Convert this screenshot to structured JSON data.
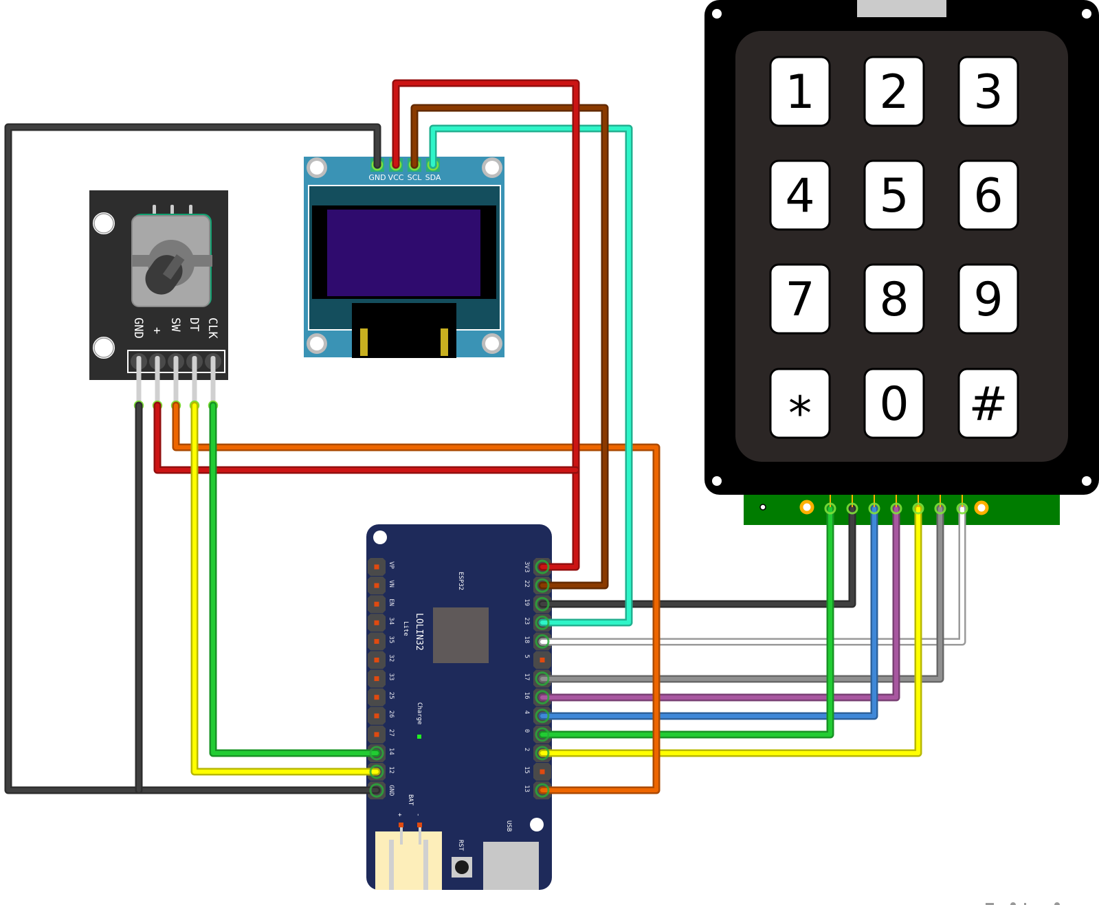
{
  "diagram": {
    "title": "ESP32 LOLIN32 Lite wiring: rotary encoder, OLED display, 3x4 keypad"
  },
  "esp32": {
    "title": "LOLIN32",
    "subtitle": "Lite",
    "chip_label": "ESP32",
    "charge_label": "Charge",
    "bat_label": "BAT",
    "bat_plus": "+",
    "bat_minus": "-",
    "rst_label": "RST",
    "usb_label": "USB",
    "left_pins": [
      "VP",
      "VN",
      "EN",
      "34",
      "35",
      "32",
      "33",
      "25",
      "26",
      "27",
      "14",
      "12",
      "GND"
    ],
    "right_pins": [
      "3V3",
      "22",
      "19",
      "23",
      "18",
      "5",
      "17",
      "16",
      "4",
      "0",
      "2",
      "15",
      "13"
    ]
  },
  "oled": {
    "pins": [
      "GND",
      "VCC",
      "SCL",
      "SDA"
    ]
  },
  "encoder": {
    "pins": [
      "GND",
      "+",
      "SW",
      "DT",
      "CLK"
    ]
  },
  "keypad": {
    "keys": [
      "1",
      "2",
      "3",
      "4",
      "5",
      "6",
      "7",
      "8",
      "9",
      "*",
      "0",
      "#"
    ]
  },
  "colors": {
    "board_blue": "#1e2a5a",
    "oled_teal": "#3a93b5",
    "screen_purple": "#2f0b6e",
    "keypad_body": "#000000",
    "keypad_face": "#2b2625",
    "keypad_pcb": "#007c00"
  },
  "wires": [
    {
      "name": "oled-gnd-to-encoder-gnd",
      "color": "#404040",
      "from": "OLED GND",
      "to": "ESP32 GND"
    },
    {
      "name": "oled-vcc",
      "color": "#cc1414",
      "from": "OLED VCC",
      "to": "ESP32 3V3"
    },
    {
      "name": "oled-scl",
      "color": "#8a3a00",
      "from": "OLED SCL",
      "to": "ESP32 22"
    },
    {
      "name": "oled-sda",
      "color": "#2ef5c8",
      "from": "OLED SDA",
      "to": "ESP32 23"
    },
    {
      "name": "encoder-plus",
      "color": "#cc1414",
      "from": "Encoder +",
      "to": "3V3 rail"
    },
    {
      "name": "encoder-sw",
      "color": "#ee6600",
      "from": "Encoder SW",
      "to": "ESP32 13"
    },
    {
      "name": "encoder-dt",
      "color": "#ffff00",
      "from": "Encoder DT",
      "to": "ESP32 12"
    },
    {
      "name": "encoder-clk",
      "color": "#22cc33",
      "from": "Encoder CLK",
      "to": "ESP32 14"
    },
    {
      "name": "keypad-1",
      "color": "#22cc33",
      "from": "Keypad pin 1",
      "to": "ESP32 0"
    },
    {
      "name": "keypad-2",
      "color": "#404040",
      "from": "Keypad pin 2",
      "to": "ESP32 19"
    },
    {
      "name": "keypad-3",
      "color": "#3f88d8",
      "from": "Keypad pin 3",
      "to": "ESP32 4"
    },
    {
      "name": "keypad-4",
      "color": "#a857a0",
      "from": "Keypad pin 4",
      "to": "ESP32 16"
    },
    {
      "name": "keypad-5",
      "color": "#ffff00",
      "from": "Keypad pin 5",
      "to": "ESP32 2"
    },
    {
      "name": "keypad-6",
      "color": "#909090",
      "from": "Keypad pin 6",
      "to": "ESP32 17"
    },
    {
      "name": "keypad-7",
      "color": "#ffffff",
      "from": "Keypad pin 7",
      "to": "ESP32 18"
    }
  ]
}
